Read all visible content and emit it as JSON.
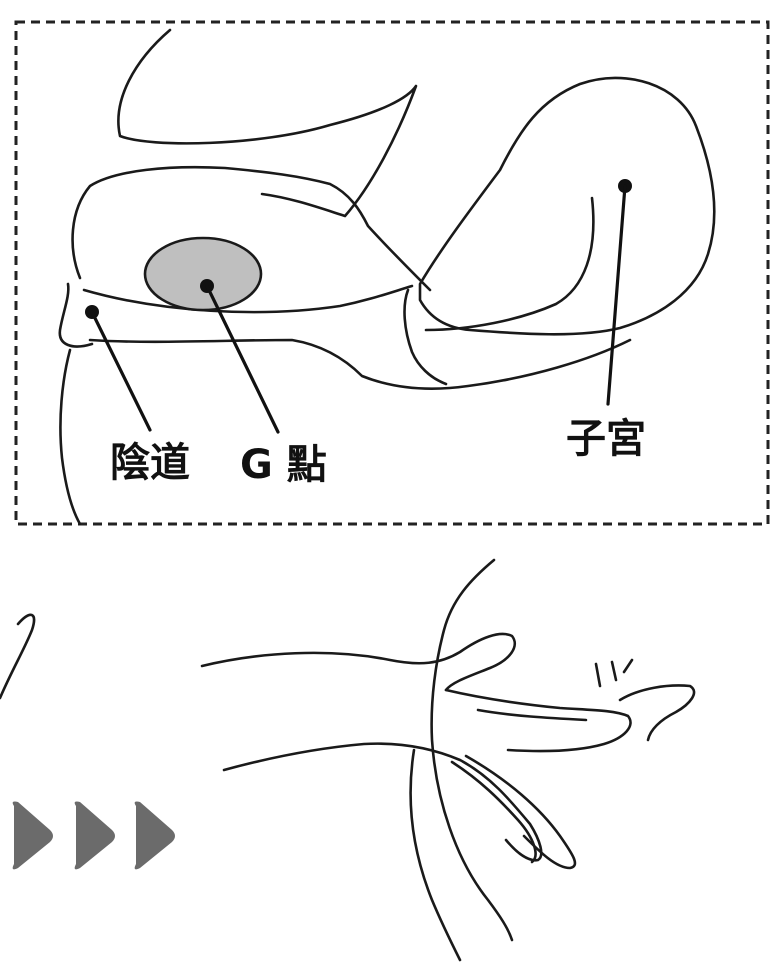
{
  "diagram": {
    "labels": {
      "vagina": "陰道",
      "g_spot": "G 點",
      "uterus": "子宮"
    }
  },
  "colors": {
    "outline": "#1a1a1a",
    "g_spot_fill": "#bfbfbf",
    "arrow_fill": "#6b6b6b",
    "frame": "#222222"
  }
}
